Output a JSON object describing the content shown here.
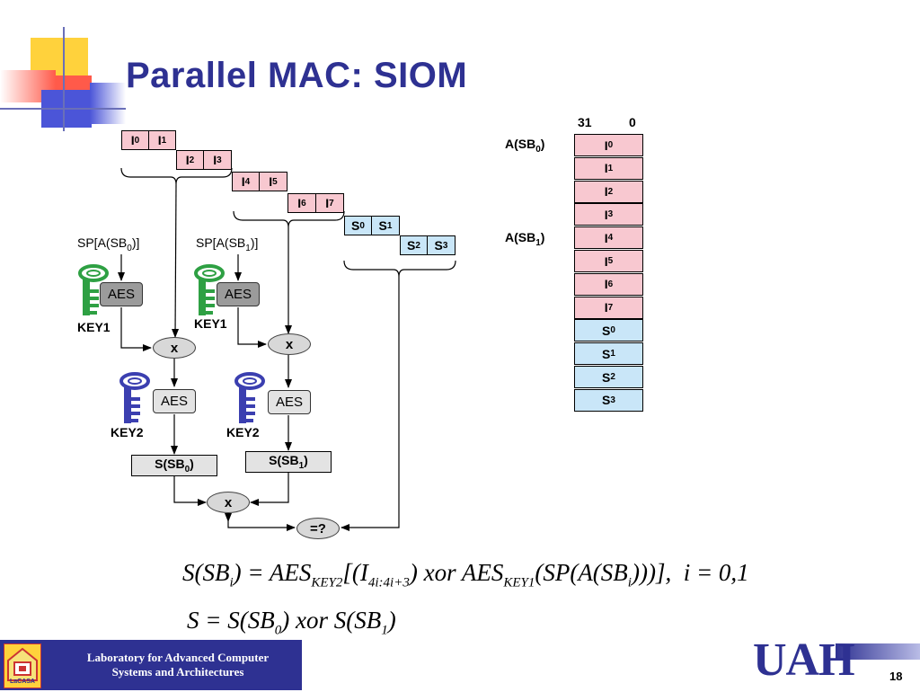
{
  "slide": {
    "title": "Parallel MAC: SIOM",
    "page_number": "18",
    "footer_lines": [
      "Laboratory for Advanced Computer",
      "Systems and Architectures"
    ],
    "logo_text": "UAH",
    "lacasa_label": "LaCASA"
  },
  "blocks": {
    "pair1": [
      "I0",
      "I1"
    ],
    "pair2": [
      "I2",
      "I3"
    ],
    "pair3": [
      "I4",
      "I5"
    ],
    "pair4": [
      "I6",
      "I7"
    ],
    "pair5": [
      "S0",
      "S1"
    ],
    "pair6": [
      "S2",
      "S3"
    ]
  },
  "diagram": {
    "sp0": "SP[A(SB0)]",
    "sp1": "SP[A(SB1)]",
    "aes": "AES",
    "key1": "KEY1",
    "key2": "KEY2",
    "mult": "x",
    "sbox0": "S(SB0)",
    "sbox1": "S(SB1)",
    "compare": "=?"
  },
  "memory": {
    "bit_high": "31",
    "bit_low": "0",
    "label_sb0": "A(SB0)",
    "label_sb1": "A(SB1)",
    "cells": [
      "I0",
      "I1",
      "I2",
      "I3",
      "I4",
      "I5",
      "I6",
      "I7",
      "S0",
      "S1",
      "S2",
      "S3"
    ]
  },
  "formulas": {
    "f1": "S(SBi) = AESKEY2[(I4i:4i+3) xor AESKEY1(SP(A(SBi)))], i = 0,1",
    "f2": "S = S(SB0) xor S(SB1)"
  },
  "colors": {
    "title": "#2e3192",
    "pink": "#f8c8d0",
    "blue": "#c9e6f8",
    "key1": "#2ea043",
    "key2": "#3b3fb0"
  }
}
